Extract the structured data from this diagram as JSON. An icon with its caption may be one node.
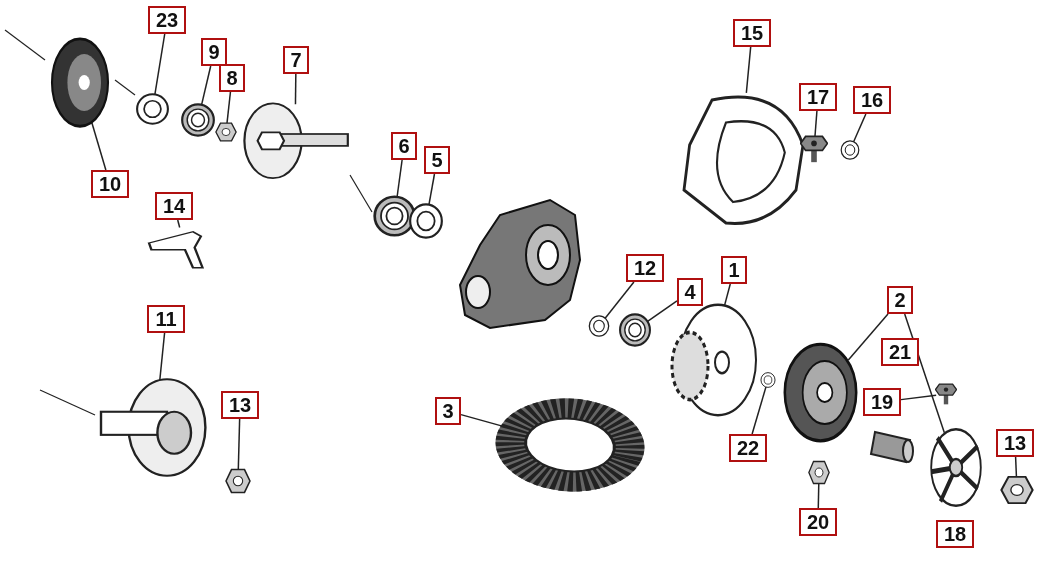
{
  "diagram": {
    "nodes": [
      {
        "text": [
          "23"
        ]
      },
      {
        "text": [],
        "shape": "picture"
      },
      {
        "text": [
          "9"
        ]
      },
      {
        "text": [],
        "shape": "picture"
      },
      {
        "text": [
          "8"
        ]
      },
      {
        "text": [],
        "shape": "picture"
      },
      {
        "text": [
          "7"
        ]
      },
      {
        "text": [],
        "shape": "picture"
      },
      {
        "text": [
          "10"
        ]
      },
      {
        "text": [],
        "shape": "picture"
      },
      {
        "text": [
          "15"
        ]
      },
      {
        "text": [],
        "shape": "picture"
      },
      {
        "text": [
          "17"
        ]
      },
      {
        "text": [],
        "shape": "picture"
      },
      {
        "text": [
          "16"
        ]
      },
      {
        "text": [],
        "shape": "picture"
      },
      {
        "text": [
          "6"
        ]
      },
      {
        "text": [],
        "shape": "picture"
      },
      {
        "text": [
          "5"
        ]
      },
      {
        "text": [],
        "shape": "picture"
      },
      {
        "text": [
          "14"
        ]
      },
      {
        "text": [],
        "shape": "picture"
      },
      {
        "text": [
          "12"
        ]
      },
      {
        "text": [],
        "shape": "picture"
      },
      {
        "text": [
          "4"
        ]
      },
      {
        "text": [],
        "shape": "picture"
      },
      {
        "text": [
          "1"
        ]
      },
      {
        "text": [],
        "shape": "picture"
      },
      {
        "text": [
          "2"
        ]
      },
      {
        "text": [],
        "shape": "picture"
      },
      {
        "text": [],
        "shape": "picture"
      },
      {
        "text": [
          "21"
        ]
      },
      {
        "text": [
          "19"
        ]
      },
      {
        "text": [],
        "shape": "picture"
      },
      {
        "text": [
          "11"
        ]
      },
      {
        "text": [],
        "shape": "picture"
      },
      {
        "text": [
          "13"
        ]
      },
      {
        "text": [],
        "shape": "picture"
      },
      {
        "text": [
          "3"
        ]
      },
      {
        "text": [],
        "shape": "picture"
      },
      {
        "text": [
          "22"
        ]
      },
      {
        "text": [],
        "shape": "picture"
      },
      {
        "text": [
          "20"
        ]
      },
      {
        "text": [],
        "shape": "picture"
      },
      {
        "text": [
          "18"
        ]
      },
      {
        "text": [
          "13"
        ]
      },
      {
        "text": [],
        "shape": "picture"
      }
    ],
    "edges": [
      {
        "from": 0,
        "to": 1,
        "arrow": "none"
      },
      {
        "from": 2,
        "to": 3,
        "arrow": "none"
      },
      {
        "from": 4,
        "to": 5,
        "arrow": "none"
      },
      {
        "from": 6,
        "to": 7,
        "arrow": "none"
      },
      {
        "from": 8,
        "to": 9,
        "arrow": "none"
      },
      {
        "from": 10,
        "to": 11,
        "arrow": "none"
      },
      {
        "from": 12,
        "to": 13,
        "arrow": "none"
      },
      {
        "from": 14,
        "to": 15,
        "arrow": "none"
      },
      {
        "from": 16,
        "to": 17,
        "arrow": "none"
      },
      {
        "from": 18,
        "to": 19,
        "arrow": "none"
      },
      {
        "from": 20,
        "to": 21,
        "arrow": "none"
      },
      {
        "from": 22,
        "to": 23,
        "arrow": "none"
      },
      {
        "from": 24,
        "to": 25,
        "arrow": "none"
      },
      {
        "from": 26,
        "to": 27,
        "arrow": "none"
      },
      {
        "from": 28,
        "to": 29,
        "arrow": "none"
      },
      {
        "from": 28,
        "to": 30,
        "arrow": "none"
      },
      {
        "from": 32,
        "to": 33,
        "arrow": "none"
      },
      {
        "from": 34,
        "to": 35,
        "arrow": "none"
      },
      {
        "from": 36,
        "to": 37,
        "arrow": "none"
      },
      {
        "from": 38,
        "to": 39,
        "arrow": "none"
      },
      {
        "from": 40,
        "to": 41,
        "arrow": "none"
      },
      {
        "from": 42,
        "to": 43,
        "arrow": "none"
      },
      {
        "from": 45,
        "to": 46,
        "arrow": "none"
      }
    ]
  }
}
